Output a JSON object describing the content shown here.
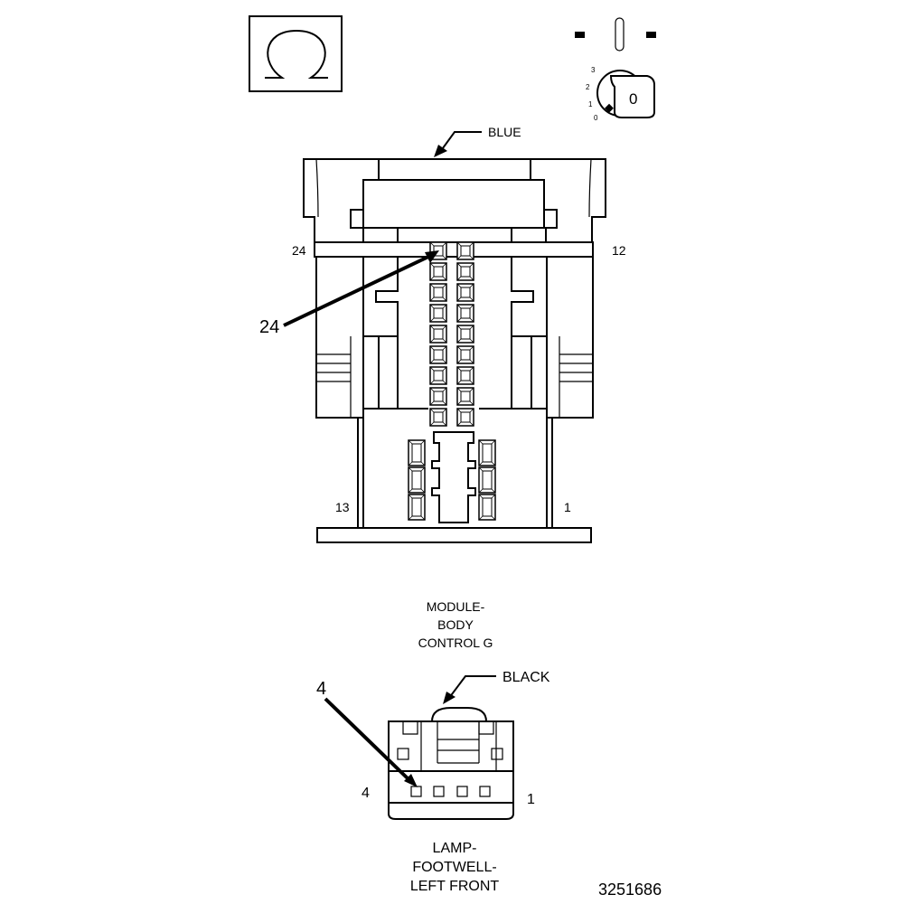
{
  "legend_symbol": "ohm-icon",
  "ignition": {
    "positions": [
      "3",
      "2",
      "1",
      "0"
    ],
    "key_label": "0"
  },
  "connector_g": {
    "color_label": "BLUE",
    "pin_24_left": "24",
    "pin_12_right": "12",
    "pin_13_left": "13",
    "pin_1_right": "1",
    "callout_pin": "24",
    "name_lines": [
      "MODULE-",
      "BODY",
      "CONTROL G"
    ]
  },
  "connector_lamp": {
    "color_label": "BLACK",
    "callout_pin": "4",
    "pin_4_left": "4",
    "pin_1_right": "1",
    "name_lines": [
      "LAMP-",
      "FOOTWELL-",
      "LEFT FRONT"
    ]
  },
  "figure_number": "3251686"
}
